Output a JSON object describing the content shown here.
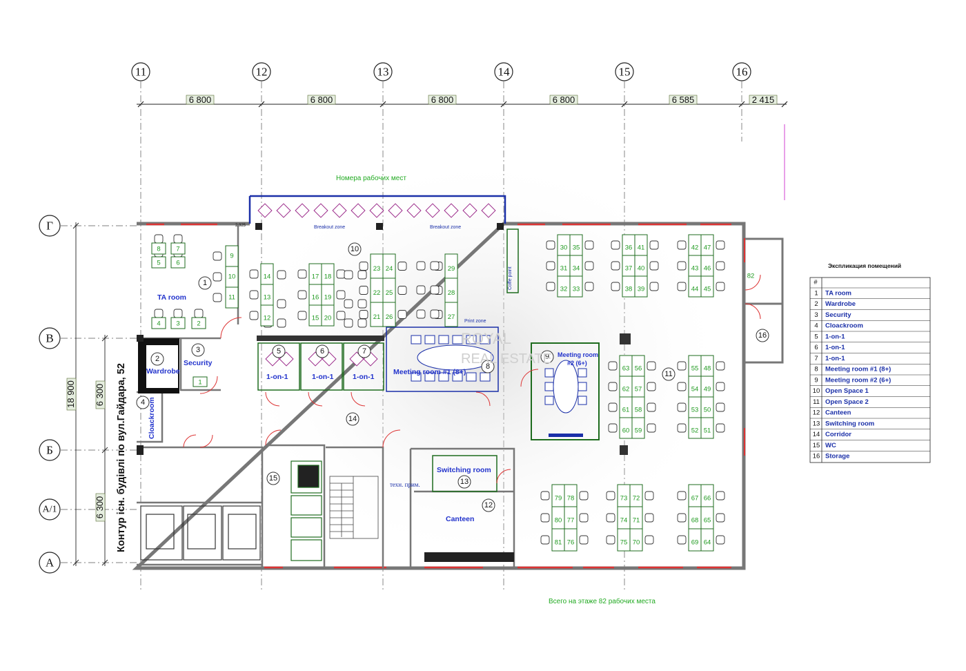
{
  "axes_vertical": [
    "11",
    "12",
    "13",
    "14",
    "15",
    "16"
  ],
  "axes_horizontal": [
    "Г",
    "В",
    "Б",
    "А/1",
    "А"
  ],
  "dimensions_top": [
    "6 800",
    "6 800",
    "6 800",
    "6 800",
    "6 585",
    "2 415"
  ],
  "dimensions_left": [
    "18 900",
    "6 300",
    "6 300"
  ],
  "outline_note": "Контур існ. будівлі по вул.Гайдара, 52",
  "notes": {
    "workplace_numbers": "Номера рабочих мест",
    "total": "Всего на этаже 82 рабочих места",
    "breakout_a": "Breakout zone",
    "breakout_b": "Breakout zone",
    "coffee": "Coffe point",
    "print": "Print zone",
    "tech": "техн. прим.",
    "small_dim": "2 925"
  },
  "rooms": {
    "ta_room": "TA room",
    "wardrobe": "Wardrobe",
    "security": "Security",
    "cloakroom": "Cloackroom",
    "one_on_one_a": "1-on-1",
    "one_on_one_b": "1-on-1",
    "one_on_one_c": "1-on-1",
    "meeting_1": "Meeting room #1 (8+)",
    "meeting_2_line1": "Meeting room",
    "meeting_2_line2": "#2 (6+)",
    "switching": "Switching room",
    "canteen": "Canteen"
  },
  "room_numbers": [
    "1",
    "2",
    "3",
    "4",
    "5",
    "6",
    "7",
    "8",
    "9",
    "10",
    "11",
    "12",
    "13",
    "14",
    "15",
    "16"
  ],
  "watermark": {
    "line1": "ROYAL",
    "line2": "REAL ESTATE"
  },
  "legend": {
    "title": "Экспликация помещений",
    "header": "#",
    "rows": [
      {
        "num": "1",
        "name": "TA room"
      },
      {
        "num": "2",
        "name": "Wardrobe"
      },
      {
        "num": "3",
        "name": "Security"
      },
      {
        "num": "4",
        "name": "Cloackroom"
      },
      {
        "num": "5",
        "name": "1-on-1"
      },
      {
        "num": "6",
        "name": "1-on-1"
      },
      {
        "num": "7",
        "name": "1-on-1"
      },
      {
        "num": "8",
        "name": "Meeting room #1 (8+)"
      },
      {
        "num": "9",
        "name": "Meeting room  #2 (6+)"
      },
      {
        "num": "10",
        "name": "Open Space 1"
      },
      {
        "num": "11",
        "name": "Open Space 2"
      },
      {
        "num": "12",
        "name": "Canteen"
      },
      {
        "num": "13",
        "name": "Switching room"
      },
      {
        "num": "14",
        "name": "Corridor"
      },
      {
        "num": "15",
        "name": "WC"
      },
      {
        "num": "16",
        "name": "Storage"
      }
    ]
  },
  "desk_clusters": [
    {
      "left": [
        "30",
        "31",
        "32"
      ],
      "right": [
        "35",
        "34",
        "33"
      ]
    },
    {
      "left": [
        "36",
        "37",
        "38"
      ],
      "right": [
        "41",
        "40",
        "39"
      ]
    },
    {
      "left": [
        "42",
        "43",
        "44"
      ],
      "right": [
        "47",
        "46",
        "45"
      ]
    },
    {
      "left": [
        "63",
        "62",
        "61",
        "60"
      ],
      "right": [
        "56",
        "57",
        "58",
        "59"
      ]
    },
    {
      "left": [
        "55",
        "54",
        "53",
        "52"
      ],
      "right": [
        "48",
        "49",
        "50",
        "51"
      ]
    },
    {
      "left": [
        "79",
        "80",
        "81"
      ],
      "right": [
        "78",
        "77",
        "76"
      ]
    },
    {
      "left": [
        "73",
        "74",
        "75"
      ],
      "right": [
        "72",
        "71",
        "70"
      ]
    },
    {
      "left": [
        "67",
        "68",
        "69"
      ],
      "right": [
        "66",
        "65",
        "64"
      ]
    },
    {
      "left": [
        "14",
        "13",
        "12"
      ],
      "right": []
    },
    {
      "left": [
        "17",
        "16",
        "15"
      ],
      "right": [
        "18",
        "19",
        "20"
      ]
    },
    {
      "left": [
        "23",
        "22",
        "21"
      ],
      "right": [
        "24",
        "25",
        "26"
      ]
    },
    {
      "left": [
        "29",
        "28",
        "27"
      ],
      "right": []
    }
  ],
  "desks_ta": [
    "8",
    "7",
    "5",
    "6",
    "4",
    "3",
    "2"
  ],
  "desks_col_10": [
    "9",
    "10",
    "11"
  ],
  "desk_security": "1",
  "desk_storage": "82",
  "colors": {
    "walls": "#777777",
    "room_text": "#2233cc",
    "desk_text": "#1f9a1f",
    "windows": "#dd3333",
    "meeting_chairs": "#1a2fa8",
    "breakout_chairs": "#9b2a8a"
  }
}
